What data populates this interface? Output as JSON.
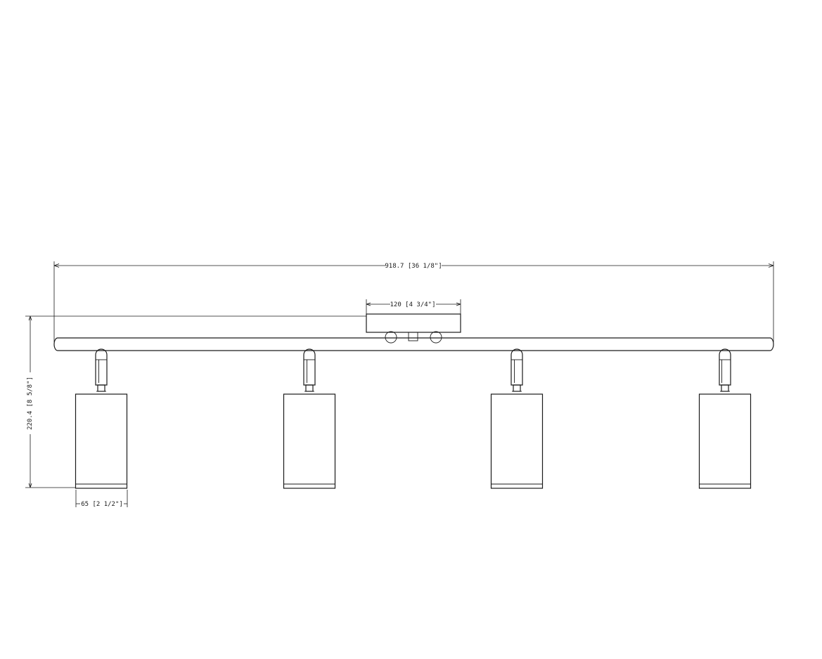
{
  "dimensions": {
    "overall_length": "918.7 [36 1/8\"]",
    "canopy_width": "120 [4 3/4\"]",
    "overall_height": "220.4 [8 5/8\"]",
    "shade_diameter": "65 [2 1/2\"]"
  },
  "fixture": {
    "spotlight_count": 4,
    "line_color": "#1a1a1a",
    "background": "#ffffff"
  }
}
